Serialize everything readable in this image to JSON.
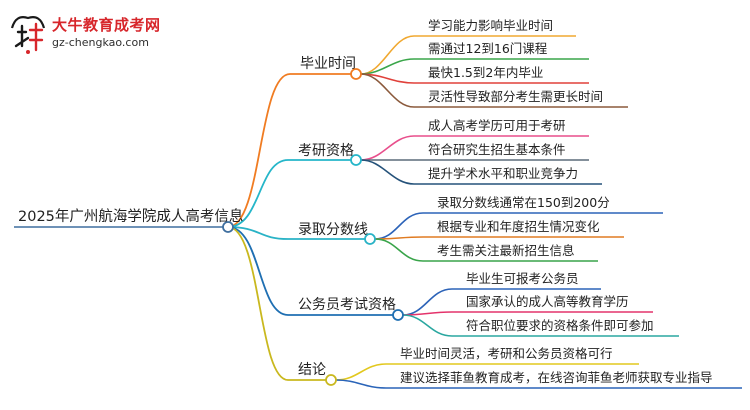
{
  "brand": {
    "name": "大牛教育成考网",
    "url": "gz-chengkao.com"
  },
  "mindmap": {
    "root": {
      "label": "2025年广州航海学院成人高考信息"
    },
    "branches": [
      {
        "label": "毕业时间",
        "color": "#f07c22",
        "children": [
          {
            "label": "学习能力影响毕业时间",
            "color": "#f0a830"
          },
          {
            "label": "需通过12到16门课程",
            "color": "#3aa64a"
          },
          {
            "label": "最快1.5到2年内毕业",
            "color": "#e0403a"
          },
          {
            "label": "灵活性导致部分考生需更长时间",
            "color": "#8b5a3c"
          }
        ]
      },
      {
        "label": "考研资格",
        "color": "#25b6c9",
        "children": [
          {
            "label": "成人高考学历可用于考研",
            "color": "#e84f8c"
          },
          {
            "label": "符合研究生招生基本条件",
            "color": "#5c6b7a"
          },
          {
            "label": "提升学术水平和职业竞争力",
            "color": "#25527a"
          }
        ]
      },
      {
        "label": "录取分数线",
        "color": "#2ab3c6",
        "children": [
          {
            "label": "录取分数线通常在150到200分",
            "color": "#2c63b8"
          },
          {
            "label": "根据专业和年度招生情况变化",
            "color": "#e07b22"
          },
          {
            "label": "考生需关注最新招生信息",
            "color": "#39a44a"
          }
        ]
      },
      {
        "label": "公务员考试资格",
        "color": "#1f6fb2",
        "children": [
          {
            "label": "毕业生可报考公务员",
            "color": "#2c63b8"
          },
          {
            "label": "国家承认的成人高等教育学历",
            "color": "#e4336b"
          },
          {
            "label": "符合职位要求的资格条件即可参加",
            "color": "#2aa7a0"
          }
        ]
      },
      {
        "label": "结论",
        "color": "#c9b81e",
        "children": [
          {
            "label": "毕业时间灵活，考研和公务员资格可行",
            "color": "#e2c81e"
          },
          {
            "label": "建议选择菲鱼教育成考，在线咨询菲鱼老师获取专业指导",
            "color": "#2a64b8"
          }
        ]
      }
    ]
  }
}
